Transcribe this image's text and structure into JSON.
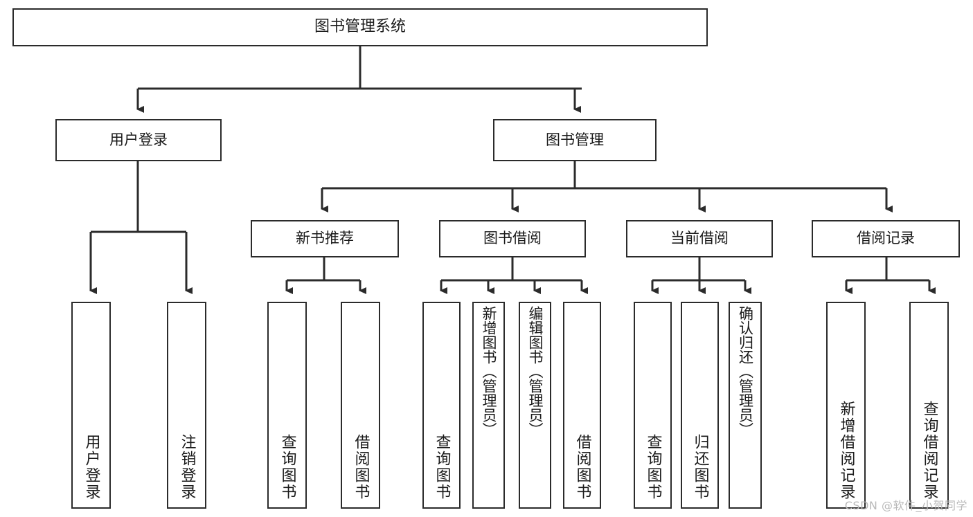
{
  "diagram": {
    "title": "图书管理系统",
    "watermark": "CSDN @软件_小贺同学",
    "line_color": "#2b2b2b",
    "box_fill": "#ffffff",
    "text_color": "#1a1a1a",
    "watermark_color": "#b9b9b9"
  },
  "nodes": {
    "root": {
      "label": "图书管理系统"
    },
    "level2": [
      {
        "label": "用户登录"
      },
      {
        "label": "图书管理"
      }
    ],
    "level3": [
      {
        "label": "新书推荐"
      },
      {
        "label": "图书借阅"
      },
      {
        "label": "当前借阅"
      },
      {
        "label": "借阅记录"
      }
    ],
    "leaves": {
      "user_login": [
        {
          "label": "用户登录"
        },
        {
          "label": "注销登录"
        }
      ],
      "new_book": [
        {
          "label": "查询图书"
        },
        {
          "label": "借阅图书"
        }
      ],
      "book_borrow": [
        {
          "label": "查询图书"
        },
        {
          "label": "新增图书（管理员）"
        },
        {
          "label": "编辑图书（管理员）"
        },
        {
          "label": "借阅图书"
        }
      ],
      "current_borrow": [
        {
          "label": "查询图书"
        },
        {
          "label": "归还图书"
        },
        {
          "label": "确认归还（管理员）"
        }
      ],
      "borrow_record": [
        {
          "label": "新增借阅记录"
        },
        {
          "label": "查询借阅记录"
        }
      ]
    }
  }
}
